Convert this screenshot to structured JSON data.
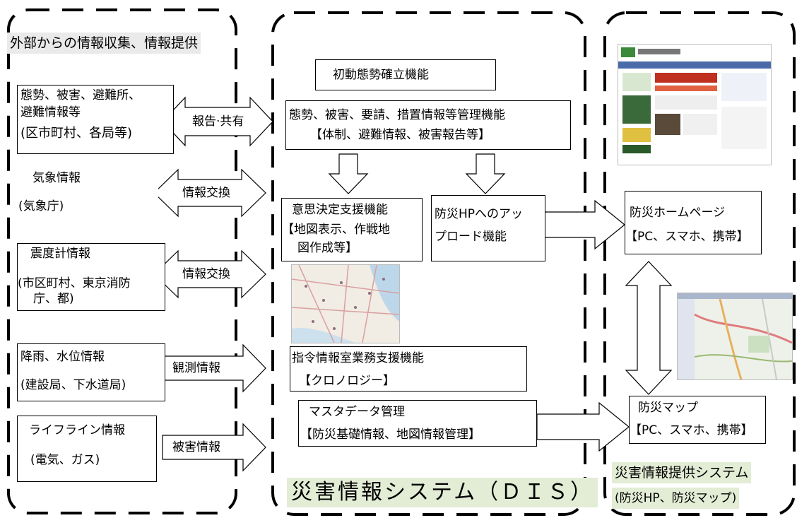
{
  "left_group": {
    "title": "外部からの情報収集、情報提供",
    "sources": [
      {
        "line1": "態勢、被害、避難所、",
        "line2": "避難情報等",
        "line3": "(区市町村、各局等)",
        "arrow_label": "報告·共有"
      },
      {
        "line1": "気象情報",
        "line2": "(気象庁)",
        "arrow_label": "情報交換"
      },
      {
        "line1": "震度計情報",
        "line2": "(市区町村、東京消防",
        "line3": "庁、都)",
        "arrow_label": "情報交換"
      },
      {
        "line1": "降雨、水位情報",
        "line2": "(建設局、下水道局)",
        "arrow_label": "観測情報"
      },
      {
        "line1": "ライフライン情報",
        "line2": "(電気、ガス)",
        "arrow_label": "被害情報"
      }
    ]
  },
  "dis_group": {
    "title": "災害情報システム（ＤＩＳ）",
    "initial": "初動態勢確立機能",
    "management": {
      "line1": "態勢、被害、要請、措置情報等管理機能",
      "line2": "【体制、避難情報、被害報告等】"
    },
    "decision": {
      "line1": "意思決定支援機能",
      "line2": "【地図表示、作戦地",
      "line3": "図作成等】"
    },
    "upload": {
      "line1": "防災HPへのアッ",
      "line2": "プロード機能"
    },
    "command": {
      "line1": "指令情報室業務支援機能",
      "line2": "【クロノロジー】"
    },
    "master": {
      "line1": "マスタデータ管理",
      "line2": "【防災基礎情報、地図情報管理】"
    }
  },
  "right_group": {
    "title_line1": "災害情報提供システム",
    "title_line2": "(防災HP、防災マップ)",
    "homepage": {
      "line1": "防災ホームページ",
      "line2": "【PC、スマホ、携帯】"
    },
    "map": {
      "line1": "防災マップ",
      "line2": "【PC、スマホ、携帯】"
    }
  }
}
